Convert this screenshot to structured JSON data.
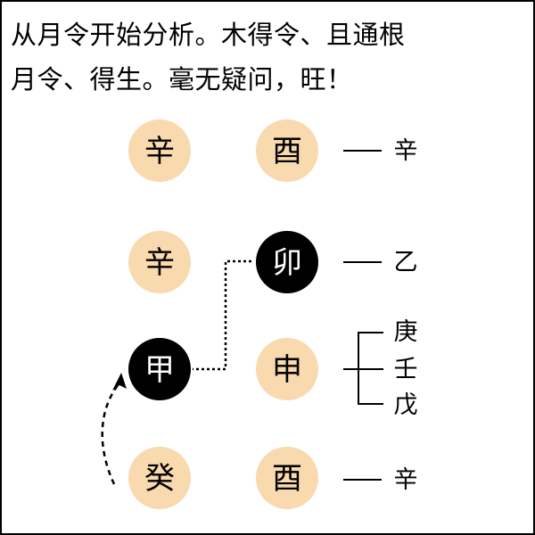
{
  "title": {
    "line1": "从月令开始分析。木得令、且通根",
    "line2": "月令、得生。毫无疑问，旺！"
  },
  "colors": {
    "circle_fill": "#f9d9ae",
    "highlight_fill": "#000000"
  },
  "pillars": {
    "stems": [
      "辛",
      "辛",
      "甲",
      "癸"
    ],
    "branches": [
      "酉",
      "卯",
      "申",
      "酉"
    ]
  },
  "hidden_stems": {
    "row1": "辛",
    "row2": "乙",
    "row3": [
      "庚",
      "壬",
      "戊"
    ],
    "row4": "辛"
  }
}
